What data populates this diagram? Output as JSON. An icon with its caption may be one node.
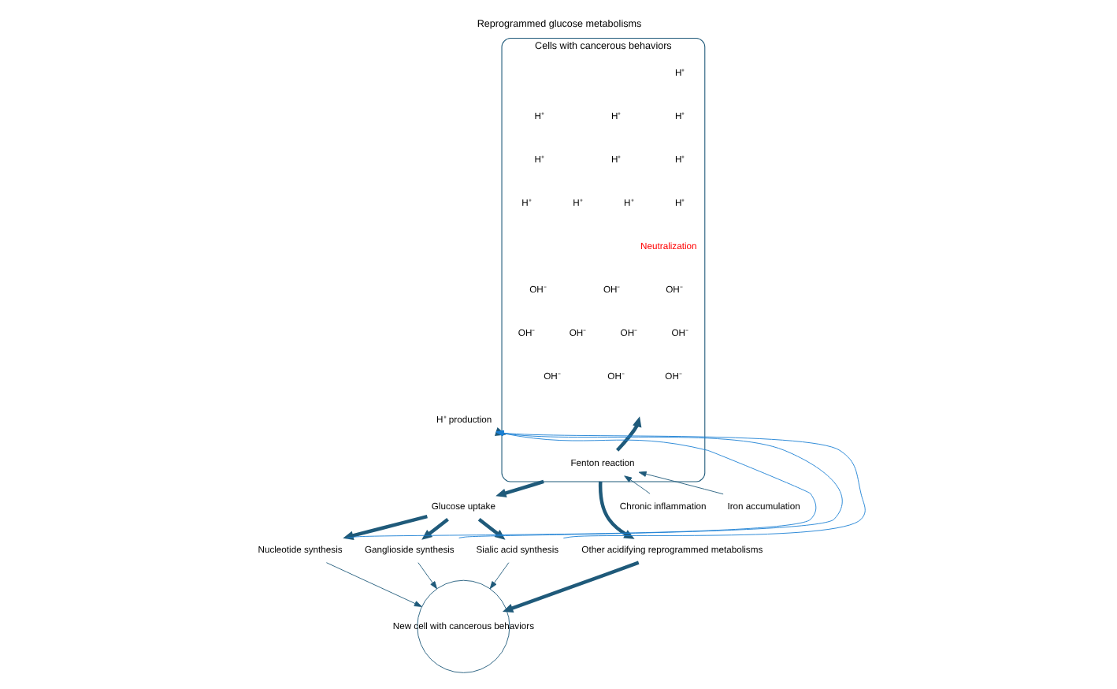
{
  "diagram": {
    "title": "Reprogrammed glucose metabolisms",
    "nodes": [
      {
        "text": [
          "Cells with cancerous behaviors"
        ]
      },
      {
        "text": [
          "Fenton reaction"
        ],
        "in": 0
      },
      {
        "text": [
          "H⁺ production"
        ]
      },
      {
        "text": [
          "Glucose uptake"
        ]
      },
      {
        "text": [
          "Other acidifying reprogrammed metabolisms"
        ]
      },
      {
        "text": [
          "Nucleotide synthesis"
        ]
      },
      {
        "text": [
          "Ganglioside synthesis"
        ]
      },
      {
        "text": [
          "Sialic acid synthesis"
        ]
      },
      {
        "text": [
          "New cell with cancerous behaviors"
        ]
      },
      {
        "text": [
          "Chronic inflammation"
        ]
      },
      {
        "text": [
          "Iron accumulation"
        ]
      }
    ],
    "edges": [
      {
        "from": 2,
        "to": 0,
        "arrow": "to",
        "style": "thick"
      },
      {
        "from": 0,
        "to": 3,
        "arrow": "to",
        "style": "thick"
      },
      {
        "from": 0,
        "to": 4,
        "arrow": "to",
        "style": "thick"
      },
      {
        "from": 3,
        "to": 5,
        "arrow": "to",
        "style": "thick"
      },
      {
        "from": 3,
        "to": 6,
        "arrow": "to",
        "style": "thick"
      },
      {
        "from": 3,
        "to": 7,
        "arrow": "to",
        "style": "thick"
      },
      {
        "from": 5,
        "to": 2,
        "arrow": "to",
        "color": "#1a7fd4"
      },
      {
        "from": 6,
        "to": 2,
        "arrow": "to",
        "color": "#1a7fd4"
      },
      {
        "from": 7,
        "to": 2,
        "arrow": "to",
        "color": "#1a7fd4"
      },
      {
        "from": 5,
        "to": 8,
        "arrow": "to"
      },
      {
        "from": 6,
        "to": 8,
        "arrow": "to"
      },
      {
        "from": 7,
        "to": 8,
        "arrow": "to"
      },
      {
        "from": 4,
        "to": 8,
        "arrow": "to",
        "style": "thick"
      },
      {
        "from": 9,
        "to": 1,
        "arrow": "to"
      },
      {
        "from": 10,
        "to": 1,
        "arrow": "to"
      },
      {
        "from": 1,
        "to": null,
        "arrow": "to",
        "style": "thick"
      }
    ],
    "labels": [
      "H⁺",
      "H⁺",
      "H⁺",
      "H⁺",
      "H⁺",
      "H⁺",
      "H⁺",
      "H⁺",
      "H⁺",
      "H⁺",
      "H⁺",
      "Neutralization",
      "OH⁻",
      "OH⁻",
      "OH⁻",
      "OH⁻",
      "OH⁻",
      "OH⁻",
      "OH⁻",
      "OH⁻",
      "OH⁻",
      "OH⁻"
    ]
  }
}
